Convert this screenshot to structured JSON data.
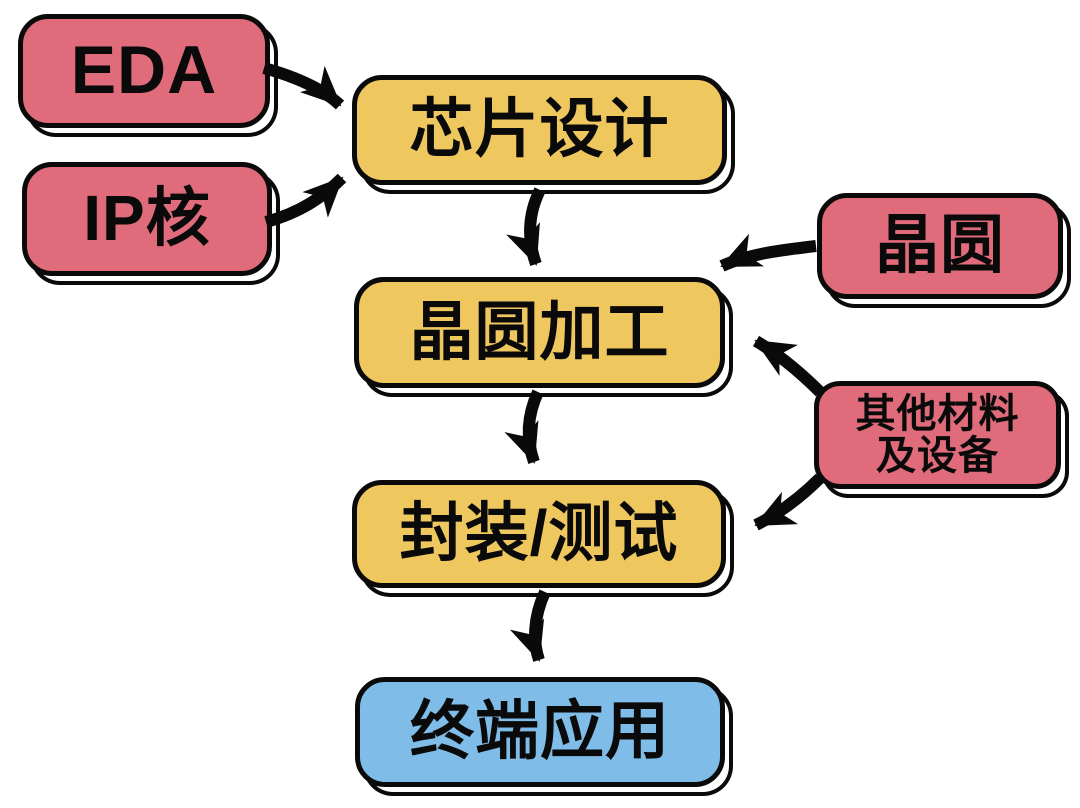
{
  "diagram": {
    "title": "chip-industry-chain-flowchart",
    "colors": {
      "input_box": "#DF6B7B",
      "process_box": "#EFC75F",
      "terminal_box": "#7FBCE8",
      "outline": "#0a0a0a",
      "background": "#ffffff"
    },
    "nodes": {
      "eda": {
        "label": "EDA",
        "type": "input"
      },
      "ip_core": {
        "label": "IP核",
        "type": "input"
      },
      "chip_design": {
        "label": "芯片设计",
        "type": "process"
      },
      "wafer": {
        "label": "晶圆",
        "type": "input"
      },
      "wafer_processing": {
        "label": "晶圆加工",
        "type": "process"
      },
      "materials": {
        "line1": "其他材料",
        "line2": "及设备",
        "label": "其他材料及设备",
        "type": "input"
      },
      "packaging_testing": {
        "label": "封装/测试",
        "type": "process"
      },
      "terminal_app": {
        "label": "终端应用",
        "type": "terminal"
      }
    },
    "edges": [
      {
        "from": "EDA",
        "to": "芯片设计"
      },
      {
        "from": "IP核",
        "to": "芯片设计"
      },
      {
        "from": "芯片设计",
        "to": "晶圆加工"
      },
      {
        "from": "晶圆",
        "to": "晶圆加工"
      },
      {
        "from": "其他材料及设备",
        "to": "晶圆加工"
      },
      {
        "from": "其他材料及设备",
        "to": "封装/测试"
      },
      {
        "from": "晶圆加工",
        "to": "封装/测试"
      },
      {
        "from": "封装/测试",
        "to": "终端应用"
      }
    ]
  }
}
